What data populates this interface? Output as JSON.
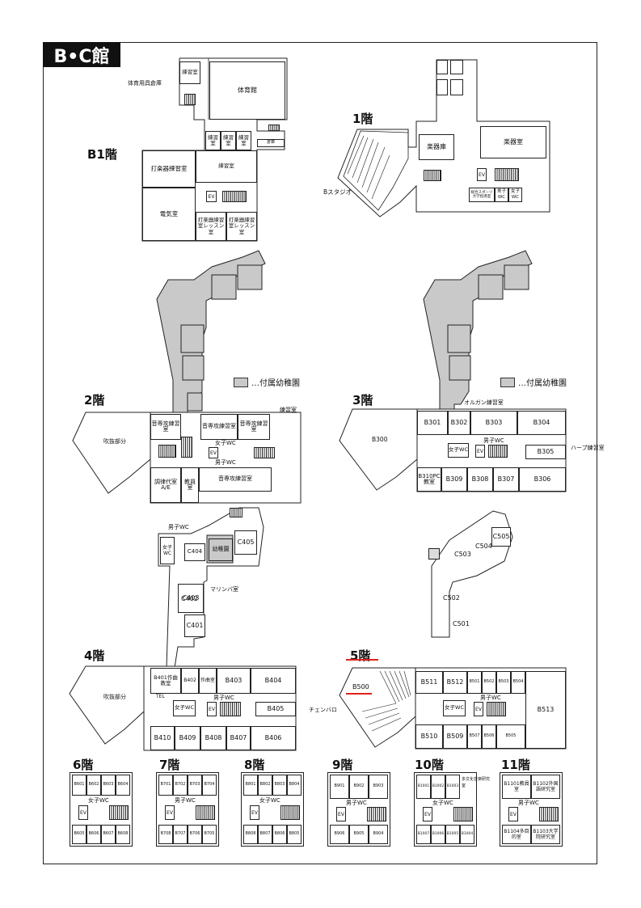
{
  "title": "B•C館",
  "legend_label": "…付属幼稚園",
  "floors": {
    "b1": {
      "label": "B1階",
      "rooms": [
        "練習室",
        "体育用具倉庫",
        "体育館",
        "練習室",
        "練習室",
        "練習室",
        "打楽器練習室",
        "練習室",
        "電気室",
        "打楽器練習室レッスン室",
        "打楽器練習室レッスン室",
        "EV",
        "倉庫"
      ]
    },
    "f1": {
      "label": "1階",
      "rooms": [
        "Bスタジオ",
        "楽器庫",
        "楽器室",
        "EV",
        "総合スポーツ大学指導室",
        "男子WC",
        "女子WC"
      ]
    },
    "f2": {
      "label": "2階",
      "rooms": [
        "吹抜部分",
        "音専攻練習室",
        "音専攻練習室",
        "音専攻練習室",
        "練習室",
        "女子WC",
        "EV",
        "男子WC",
        "調律代室A/E",
        "教員室",
        "音専攻練習室"
      ]
    },
    "f3": {
      "label": "3階",
      "rooms": [
        "B300",
        "B301",
        "B302",
        "B303",
        "B304",
        "オルガン練習室",
        "女子WC",
        "男子WC",
        "EV",
        "B305",
        "ハープ練習室",
        "B310PC教室",
        "B309",
        "B308",
        "B307",
        "B306"
      ]
    },
    "f4": {
      "label": "4階",
      "rooms": [
        "男子WC",
        "女子WC",
        "C404",
        "幼稚園",
        "C405",
        "C403",
        "マリンバ室",
        "C402",
        "C401",
        "吹抜部分",
        "B401作曲教室",
        "B402",
        "作曲室",
        "B403",
        "B404",
        "TEL",
        "女子WC",
        "男子WC",
        "EV",
        "B405",
        "チェンバロ",
        "B410",
        "B409",
        "B408",
        "B407",
        "B406"
      ]
    },
    "f5": {
      "label": "5階",
      "rooms": [
        "C505",
        "C504",
        "C503",
        "C502",
        "C501",
        "B500",
        "B511",
        "B512",
        "B501",
        "B502",
        "B503",
        "B504",
        "女子WC",
        "男子WC",
        "EV",
        "B513",
        "B510",
        "B509",
        "B507",
        "B506",
        "B505"
      ]
    },
    "f6": {
      "label": "6階",
      "top": [
        "B601",
        "B602",
        "B603",
        "B604"
      ],
      "wc": "女子WC",
      "ev": "EV",
      "bottom": [
        "B605",
        "B606",
        "B607",
        "B608"
      ]
    },
    "f7": {
      "label": "7階",
      "top": [
        "B701",
        "B702",
        "B703",
        "B704"
      ],
      "wc": "男子WC",
      "ev": "EV",
      "bottom": [
        "B708",
        "B707",
        "B706",
        "B705"
      ]
    },
    "f8": {
      "label": "8階",
      "top": [
        "B801",
        "B802",
        "B803",
        "B804"
      ],
      "wc": "女子WC",
      "ev": "EV",
      "bottom": [
        "B808",
        "B807",
        "B806",
        "B805"
      ]
    },
    "f9": {
      "label": "9階",
      "top": [
        "B901",
        "B902",
        "B903"
      ],
      "wc": "男子WC",
      "ev": "EV",
      "bottom": [
        "B906",
        "B905",
        "B904"
      ]
    },
    "f10": {
      "label": "10階",
      "top": [
        "B1001",
        "B1002",
        "B1003",
        "多文化音楽研究室"
      ],
      "wc": "女子WC",
      "ev": "EV",
      "bottom": [
        "B1007",
        "B1006",
        "B1005",
        "B1004"
      ]
    },
    "f11": {
      "label": "11階",
      "top": [
        "B1101教員室",
        "B1102外国語研究室"
      ],
      "wc": "男子WC",
      "ev": "EV",
      "bottom": [
        "B1104多目的室",
        "B1103大学院研究室"
      ]
    }
  },
  "highlight_color": "#e0211b",
  "kindergarten_color": "#c9c9c9"
}
